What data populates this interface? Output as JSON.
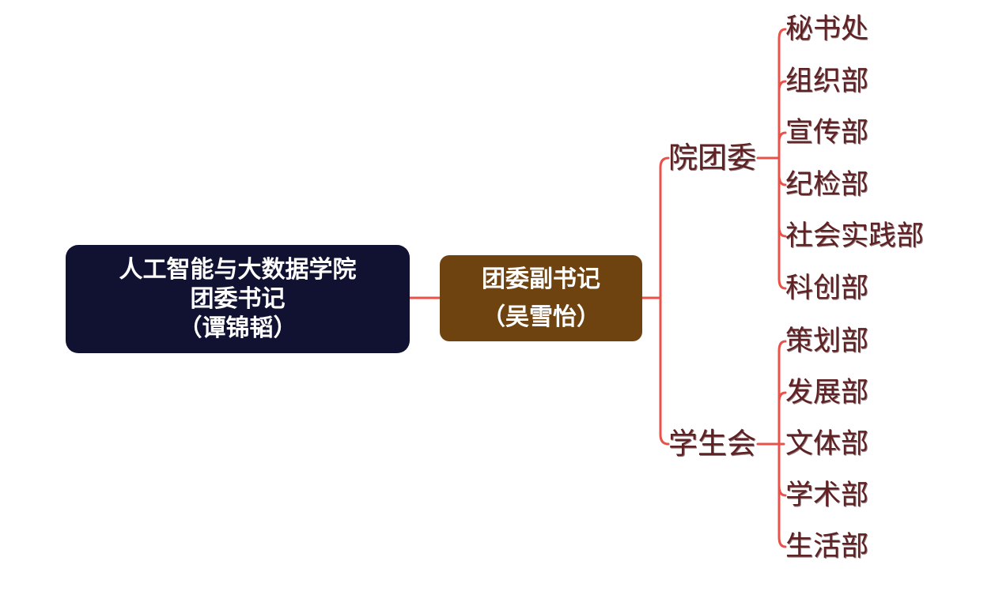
{
  "colors": {
    "connector": "#e7524a",
    "root_bg": "#111132",
    "vice_bg": "#6f4310",
    "node_text": "#ffffff",
    "label_text": "#5f2124",
    "background": "#ffffff"
  },
  "tree": {
    "root": {
      "lines": [
        "人工智能与大数据学院",
        "团委书记",
        "（谭锦韬）"
      ]
    },
    "vice": {
      "lines": [
        "团委副书记",
        "（吴雪怡）"
      ]
    },
    "branches": [
      {
        "label": "院团委",
        "children": [
          "秘书处",
          "组织部",
          "宣传部",
          "纪检部",
          "社会实践部",
          "科创部"
        ]
      },
      {
        "label": "学生会",
        "children": [
          "策划部",
          "发展部",
          "文体部",
          "学术部",
          "生活部"
        ]
      }
    ]
  }
}
